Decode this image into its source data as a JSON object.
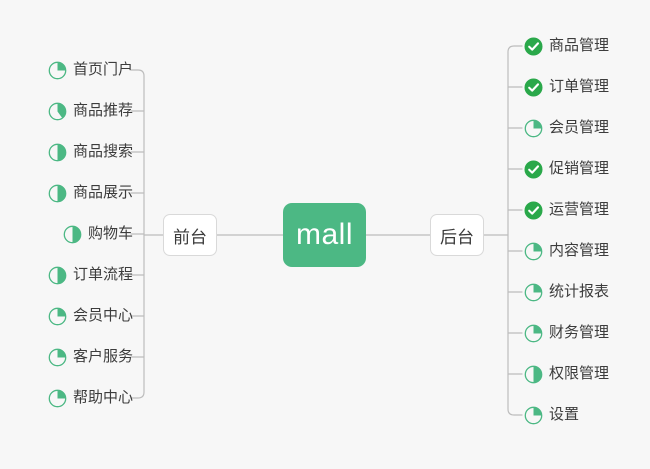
{
  "diagram": {
    "type": "mindmap",
    "title": "mall",
    "background_color": "#f7f7f7",
    "accent_color": "#4cb884",
    "line_color": "#bdbdbd"
  },
  "center": {
    "label": "mall",
    "fill_color": "#4cb884",
    "text_color": "#ffffff"
  },
  "branches": {
    "left": {
      "label": "前台"
    },
    "right": {
      "label": "后台"
    }
  },
  "left_items": [
    {
      "label": "首页门户",
      "icon": "pie-icon",
      "progress": 25
    },
    {
      "label": "商品推荐",
      "icon": "pie-icon",
      "progress": 40
    },
    {
      "label": "商品搜索",
      "icon": "pie-icon",
      "progress": 50
    },
    {
      "label": "商品展示",
      "icon": "pie-icon",
      "progress": 50
    },
    {
      "label": "购物车",
      "icon": "pie-icon",
      "progress": 50
    },
    {
      "label": "订单流程",
      "icon": "pie-icon",
      "progress": 50
    },
    {
      "label": "会员中心",
      "icon": "pie-icon",
      "progress": 25
    },
    {
      "label": "客户服务",
      "icon": "pie-icon",
      "progress": 25
    },
    {
      "label": "帮助中心",
      "icon": "pie-icon",
      "progress": 25
    }
  ],
  "right_items": [
    {
      "label": "商品管理",
      "icon": "check-circle-icon",
      "progress": 100
    },
    {
      "label": "订单管理",
      "icon": "check-circle-icon",
      "progress": 100
    },
    {
      "label": "会员管理",
      "icon": "pie-icon",
      "progress": 25
    },
    {
      "label": "促销管理",
      "icon": "check-circle-icon",
      "progress": 100
    },
    {
      "label": "运营管理",
      "icon": "check-circle-icon",
      "progress": 100
    },
    {
      "label": "内容管理",
      "icon": "pie-icon",
      "progress": 25
    },
    {
      "label": "统计报表",
      "icon": "pie-icon",
      "progress": 25
    },
    {
      "label": "财务管理",
      "icon": "pie-icon",
      "progress": 25
    },
    {
      "label": "权限管理",
      "icon": "pie-icon",
      "progress": 50
    },
    {
      "label": "设置",
      "icon": "pie-icon",
      "progress": 25
    }
  ]
}
